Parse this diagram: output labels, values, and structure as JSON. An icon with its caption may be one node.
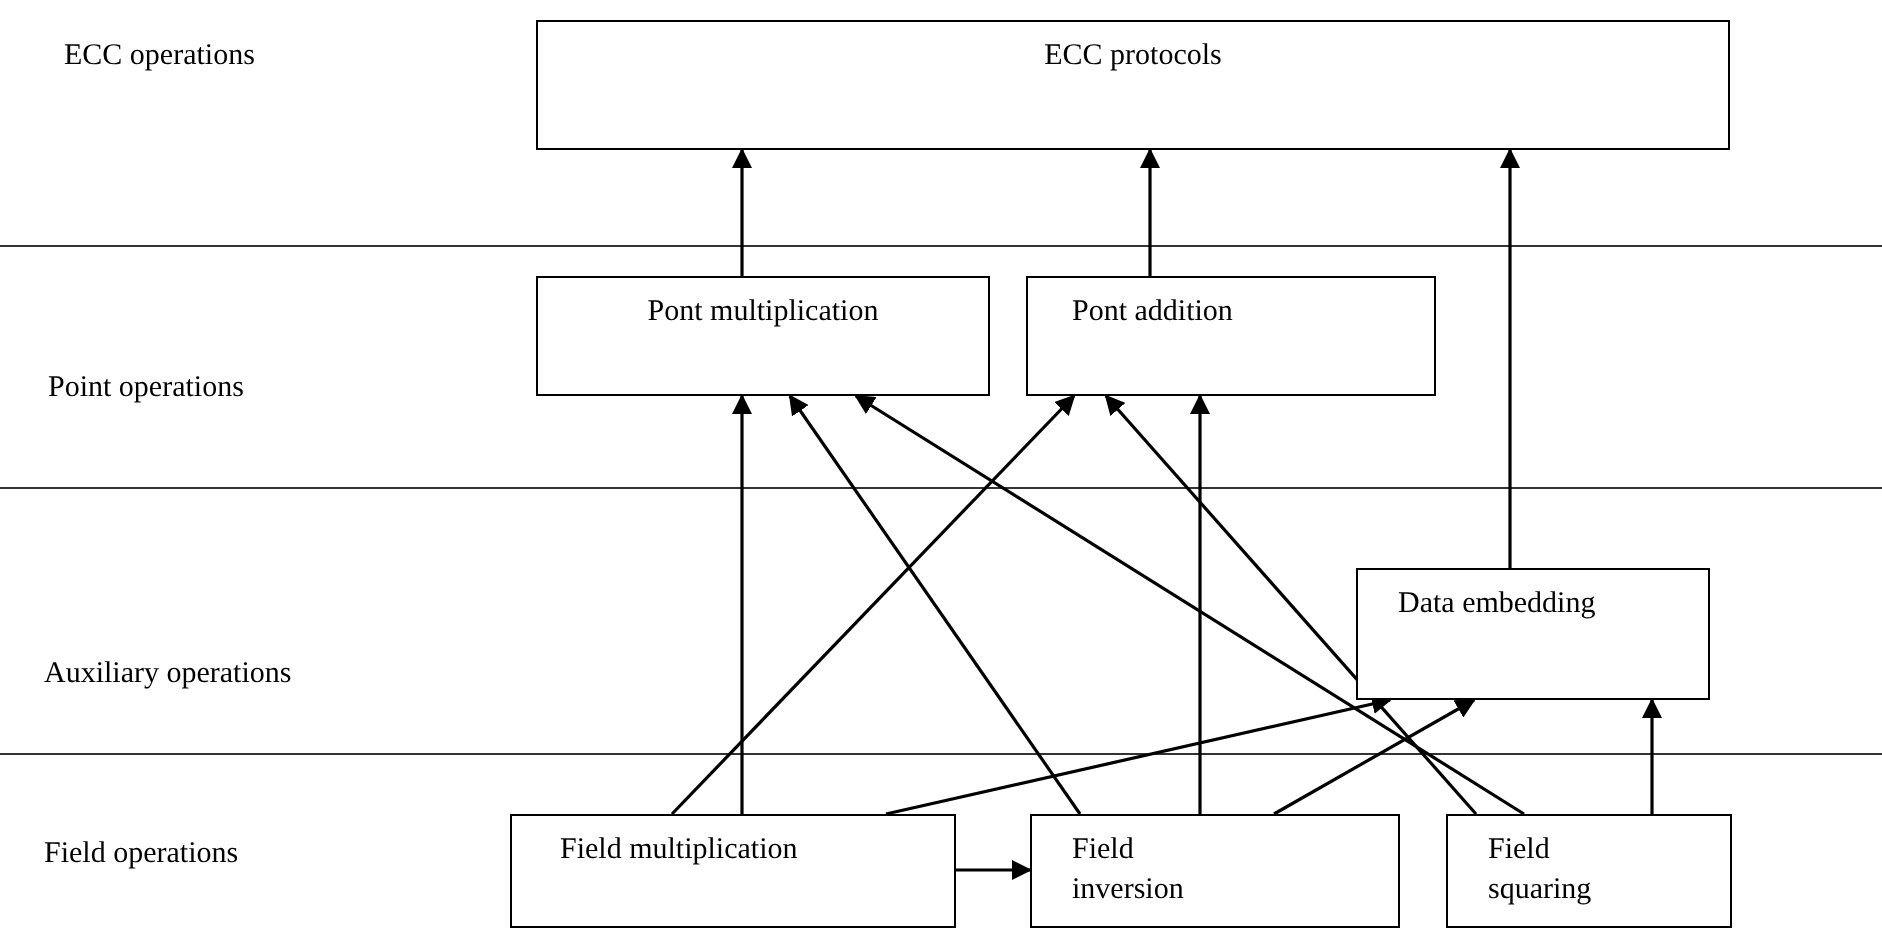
{
  "diagram": {
    "nodes": [
      {
        "text": [
          "ECC protocols"
        ]
      },
      {
        "text": [
          "Pont multiplication"
        ]
      },
      {
        "text": [
          "Pont addition"
        ]
      },
      {
        "text": [
          "Data embedding"
        ]
      },
      {
        "text": [
          "Field multiplication"
        ]
      },
      {
        "text": [
          "Field inversion"
        ]
      },
      {
        "text": [
          "Field squaring"
        ]
      }
    ],
    "edges": [
      {
        "from": 1,
        "to": 0,
        "arrow": "to"
      },
      {
        "from": 2,
        "to": 0,
        "arrow": "to"
      },
      {
        "from": 3,
        "to": 0,
        "arrow": "to"
      },
      {
        "from": 4,
        "to": 1,
        "arrow": "to"
      },
      {
        "from": 5,
        "to": 1,
        "arrow": "to"
      },
      {
        "from": 6,
        "to": 1,
        "arrow": "to"
      },
      {
        "from": 4,
        "to": 2,
        "arrow": "to"
      },
      {
        "from": 5,
        "to": 2,
        "arrow": "to"
      },
      {
        "from": 6,
        "to": 2,
        "arrow": "to"
      },
      {
        "from": 4,
        "to": 3,
        "arrow": "to"
      },
      {
        "from": 5,
        "to": 3,
        "arrow": "to"
      },
      {
        "from": 6,
        "to": 3,
        "arrow": "to"
      },
      {
        "from": 4,
        "to": 5,
        "arrow": "to"
      }
    ],
    "labels": [
      "ECC operations",
      "Point operations",
      "Auxiliary operations",
      "Field operations"
    ]
  }
}
